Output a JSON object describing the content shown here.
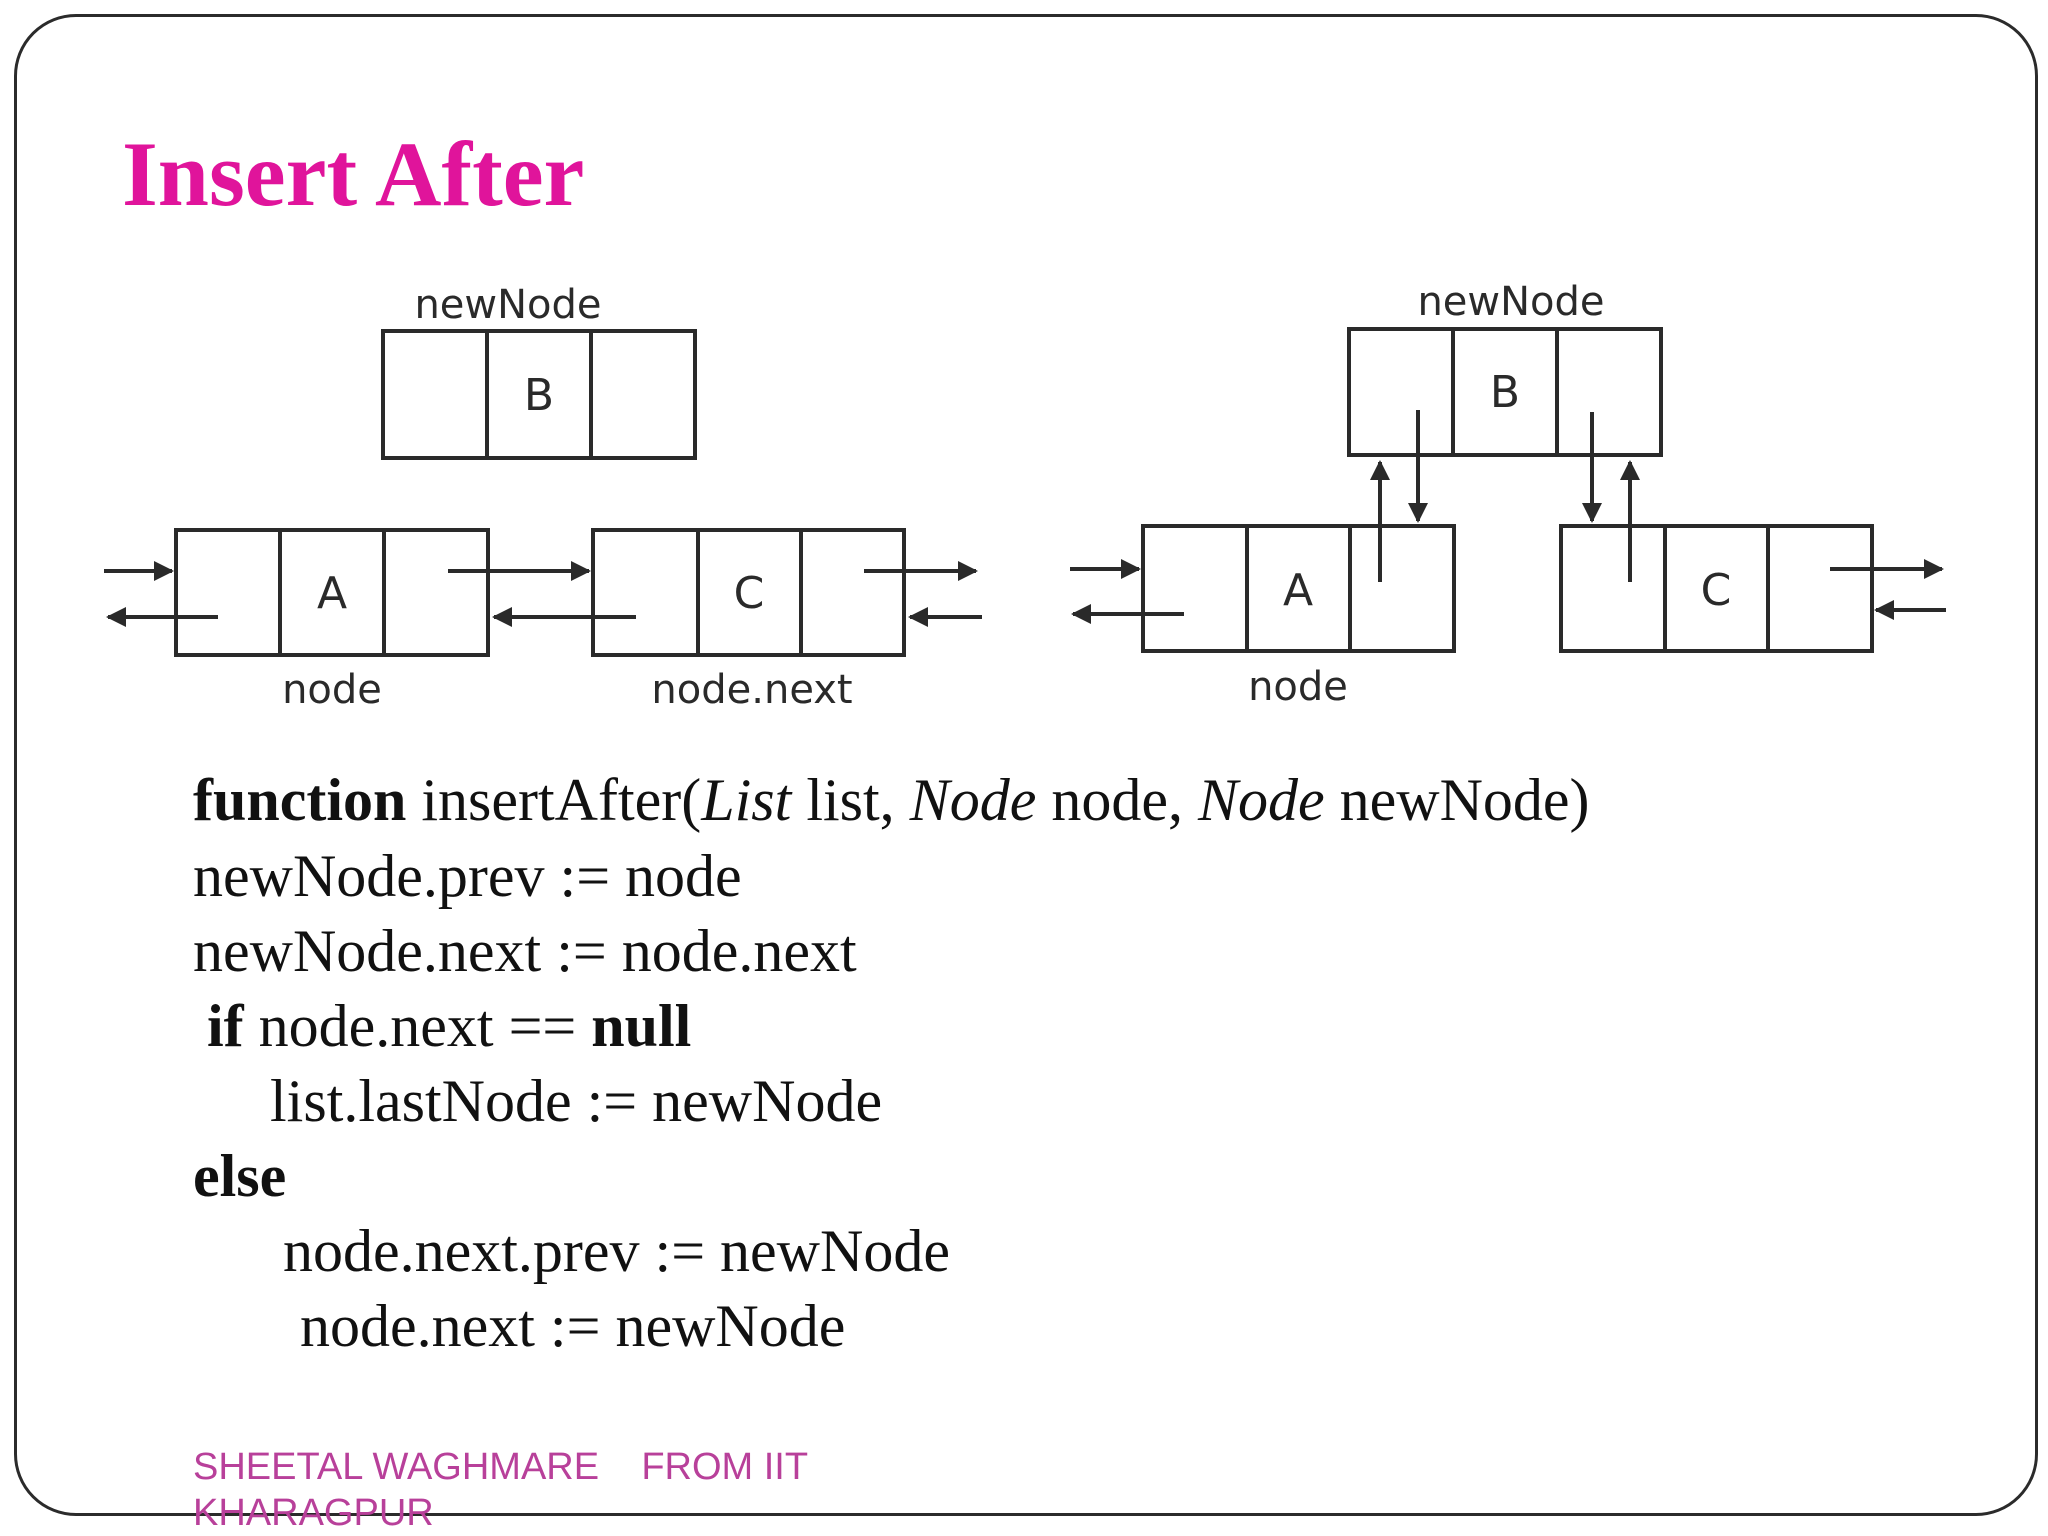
{
  "title": "Insert After",
  "diagram": {
    "left": {
      "new_node_label": "newNode",
      "new_node_value": "B",
      "node_label": "node",
      "node_value": "A",
      "next_label": "node.next",
      "next_value": "C"
    },
    "right": {
      "new_node_label": "newNode",
      "new_node_value": "B",
      "node_label": "node",
      "node_value": "A",
      "next_value": "C"
    }
  },
  "code": {
    "kw_function": "function",
    "sig_1": " insertAfter(",
    "type_list": "List",
    "sig_2": " list, ",
    "type_node1": "Node",
    "sig_3": " node, ",
    "type_node2": "Node",
    "sig_4": " newNode)",
    "line2": "newNode.prev := node",
    "line3": "newNode.next := node.next",
    "kw_if": "if",
    "line4_mid": " node.next == ",
    "kw_null": "null",
    "line5": "list.lastNode := newNode",
    "kw_else": "else",
    "line7": "node.next.prev := newNode",
    "line8": "node.next := newNode"
  },
  "footer": {
    "author": "SHEETAL WAGHMARE",
    "from": "FROM IIT",
    "place": "KHARAGPUR"
  }
}
